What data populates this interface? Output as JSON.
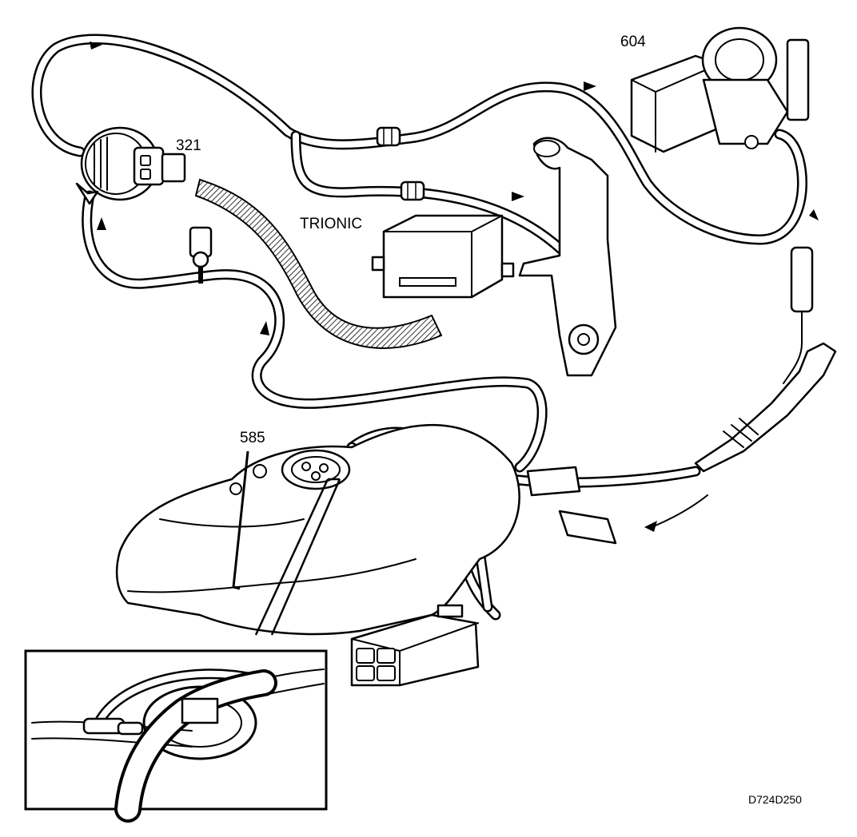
{
  "labels": {
    "canister_valve": "321",
    "throttle_body": "604",
    "ecu": "TRIONIC",
    "tank_fitting": "585",
    "figure_ref": "D724D250"
  },
  "icons": {
    "flow_arrow": "flow-arrow-icon"
  }
}
